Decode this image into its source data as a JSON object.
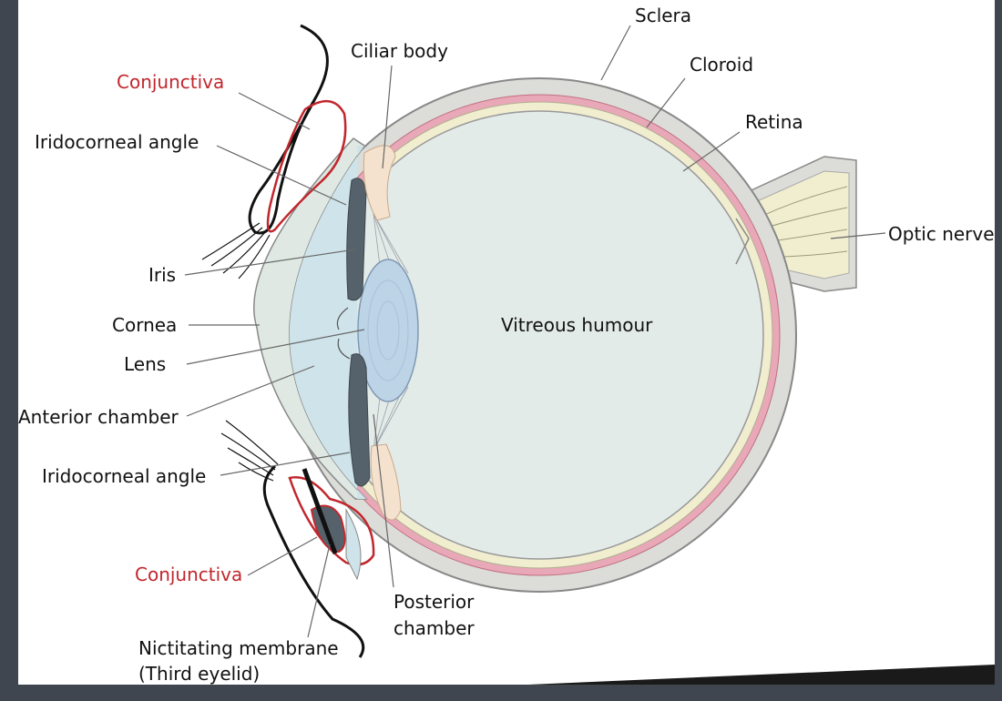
{
  "labels": {
    "sclera": "Sclera",
    "ciliar_body": "Ciliar body",
    "cloroid": "Cloroid",
    "conjunctiva_top": "Conjunctiva",
    "retina": "Retina",
    "iridocorneal_angle_top": "Iridocorneal angle",
    "optic_nerve": "Optic nerve",
    "iris": "Iris",
    "cornea": "Cornea",
    "vitreous_humour": "Vitreous humour",
    "lens": "Lens",
    "anterior_chamber": "Anterior chamber",
    "iridocorneal_angle_bottom": "Iridocorneal angle",
    "conjunctiva_bottom": "Conjunctiva",
    "posterior_chamber_1": "Posterior",
    "posterior_chamber_2": "chamber",
    "nictitating_1": "Nictitating membrane",
    "nictitating_2": "(Third eyelid)"
  },
  "colors": {
    "background": "#3f4650",
    "panel": "#ffffff",
    "sclera": "#dcdcd8",
    "cloroid": "#e9a8b8",
    "retina": "#f1eed0",
    "vitreous": "#e3ebe9",
    "cornea": "#dfe8e2",
    "anterior_chamber": "#cfe4ea",
    "lens": "#bdd3e6",
    "iris": "#56626b",
    "ciliar": "#f4e2cf",
    "conjunctiva": "#c1272d",
    "label_red": "#c1272d",
    "leader": "#666666"
  }
}
